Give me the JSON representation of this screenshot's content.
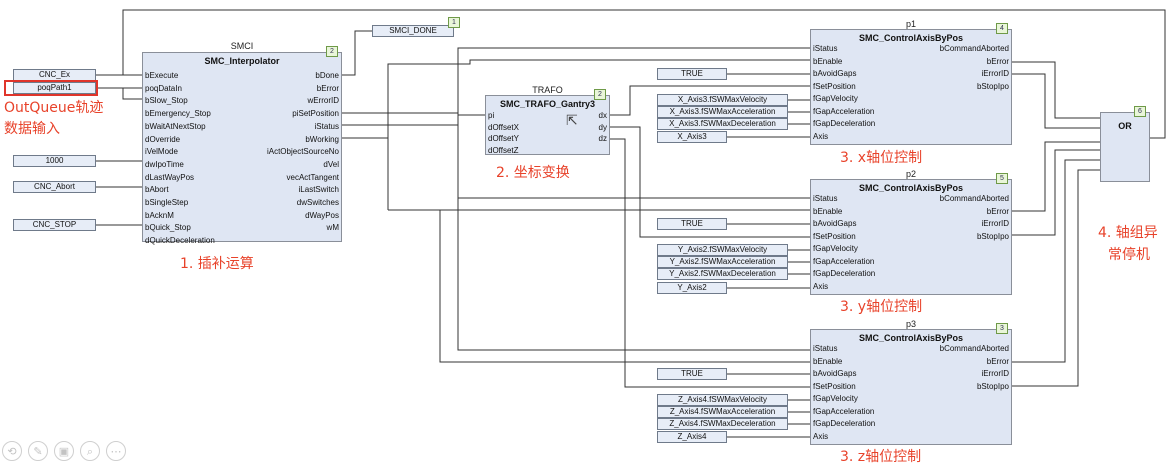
{
  "smci": {
    "instance": "SMCI",
    "type": "SMC_Interpolator",
    "number": "2",
    "inputs": [
      "bExecute",
      "poqDataIn",
      "bSlow_Stop",
      "bEmergency_Stop",
      "bWaitAtNextStop",
      "dOverride",
      "iVelMode",
      "dwIpoTime",
      "dLastWayPos",
      "bAbort",
      "bSingleStep",
      "bAcknM",
      "bQuick_Stop",
      "dQuickDeceleration"
    ],
    "outputs": [
      "bDone",
      "bError",
      "wErrorID",
      "piSetPosition",
      "iStatus",
      "bWorking",
      "iActObjectSourceNo",
      "dVel",
      "vecActTangent",
      "iLastSwitch",
      "dwSwitches",
      "dWayPos",
      "wM"
    ]
  },
  "smci_done": {
    "label": "SMCI_DONE",
    "number": "1"
  },
  "inputs": {
    "cnc_ex": "CNC_Ex",
    "poq_path": "poqPath1",
    "ipo_time": "1000",
    "cnc_abort": "CNC_Abort",
    "cnc_stop": "CNC_STOP"
  },
  "trafo": {
    "instance": "TRAFO",
    "type": "SMC_TRAFO_Gantry3",
    "number": "2",
    "inputs": [
      "pi",
      "dOffsetX",
      "dOffsetY",
      "dOffsetZ"
    ],
    "outputs": [
      "dx",
      "dy",
      "dz"
    ]
  },
  "axis_blocks": [
    {
      "instance": "p1",
      "number": "4",
      "type": "SMC_ControlAxisByPos",
      "inputs": [
        "iStatus",
        "bEnable",
        "bAvoidGaps",
        "fSetPosition",
        "fGapVelocity",
        "fGapAcceleration",
        "fGapDeceleration",
        "Axis"
      ],
      "outputs": [
        "bCommandAborted",
        "bError",
        "iErrorID",
        "bStopIpo"
      ],
      "true_label": "TRUE",
      "vars": [
        "X_Axis3.fSWMaxVelocity",
        "X_Axis3.fSWMaxAcceleration",
        "X_Axis3.fSWMaxDeceleration",
        "X_Axis3"
      ],
      "caption": "3. x轴位控制"
    },
    {
      "instance": "p2",
      "number": "5",
      "type": "SMC_ControlAxisByPos",
      "inputs": [
        "iStatus",
        "bEnable",
        "bAvoidGaps",
        "fSetPosition",
        "fGapVelocity",
        "fGapAcceleration",
        "fGapDeceleration",
        "Axis"
      ],
      "outputs": [
        "bCommandAborted",
        "bError",
        "iErrorID",
        "bStopIpo"
      ],
      "true_label": "TRUE",
      "vars": [
        "Y_Axis2.fSWMaxVelocity",
        "Y_Axis2.fSWMaxAcceleration",
        "Y_Axis2.fSWMaxDeceleration",
        "Y_Axis2"
      ],
      "caption": "3. y轴位控制"
    },
    {
      "instance": "p3",
      "number": "3",
      "type": "SMC_ControlAxisByPos",
      "inputs": [
        "iStatus",
        "bEnable",
        "bAvoidGaps",
        "fSetPosition",
        "fGapVelocity",
        "fGapAcceleration",
        "fGapDeceleration",
        "Axis"
      ],
      "outputs": [
        "bCommandAborted",
        "bError",
        "iErrorID",
        "bStopIpo"
      ],
      "true_label": "TRUE",
      "vars": [
        "Z_Axis4.fSWMaxVelocity",
        "Z_Axis4.fSWMaxAcceleration",
        "Z_Axis4.fSWMaxDeceleration",
        "Z_Axis4"
      ],
      "caption": "3. z轴位控制"
    }
  ],
  "or_block": {
    "type": "OR",
    "number": "6"
  },
  "annotations": {
    "outqueue_line1": "OutQueue轨迹",
    "outqueue_line2": "数据输入",
    "interp": "1. 插补运算",
    "coord": "2. 坐标变换",
    "axisgroup_line1": "4. 轴组异",
    "axisgroup_line2": "常停机"
  },
  "toolbar_icons": [
    "back-icon",
    "edit-icon",
    "save-icon",
    "zoom-icon",
    "more-icon"
  ],
  "colors": {
    "block_fill": "#dfe6f3",
    "annotation_red": "#e8422a",
    "number_badge": "#e9f6d9"
  }
}
